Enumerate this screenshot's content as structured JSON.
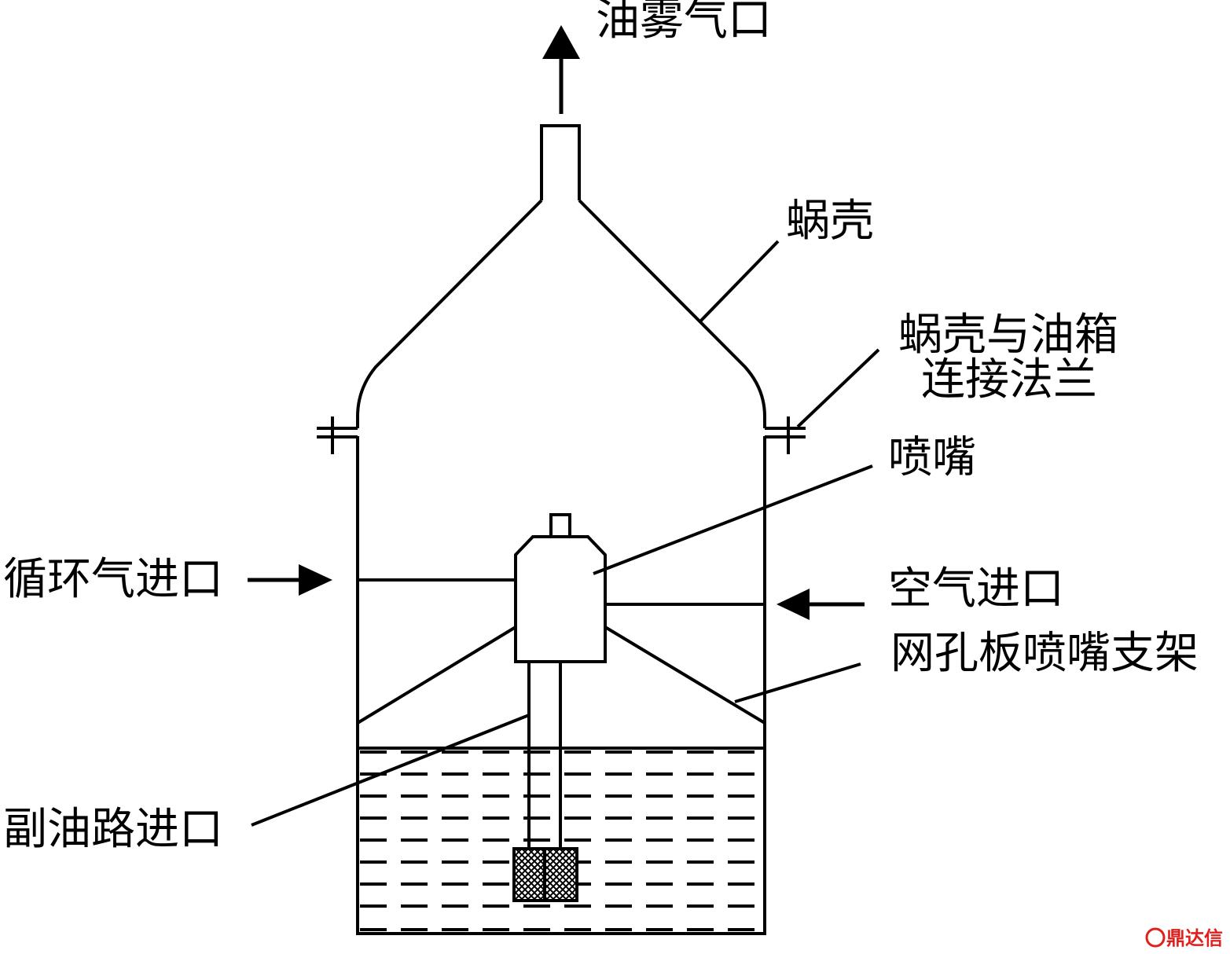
{
  "labels": {
    "oil_mist_outlet": "油雾气口",
    "volute": "蜗壳",
    "flange_line1": "蜗壳与油箱",
    "flange_line2": "连接法兰",
    "nozzle": "喷嘴",
    "recirc_inlet": "循环气进口",
    "air_inlet": "空气进口",
    "nozzle_bracket": "网孔板喷嘴支架",
    "aux_oil_inlet": "副油路进口"
  },
  "watermark": {
    "text": "鼎达信",
    "color": "#e0201c"
  },
  "colors": {
    "line": "#000000",
    "background": "#ffffff"
  }
}
